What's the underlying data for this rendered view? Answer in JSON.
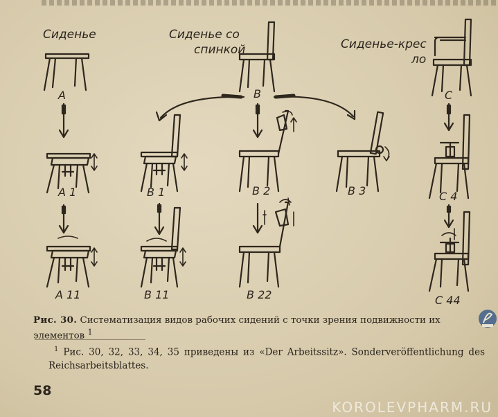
{
  "figure": {
    "labels": {
      "seat": "Сиденье",
      "seat_back_line1": "Сиденье со",
      "seat_back_line2": "спинкой",
      "seat_arm_line1": "Сиденье-крес",
      "seat_arm_line2": "ло"
    },
    "sublabels": {
      "A": "A",
      "B": "B",
      "C": "C",
      "A1": "A 1",
      "B1": "B 1",
      "B2": "B 2",
      "B3": "B 3",
      "C4": "C 4",
      "A11": "A 11",
      "B11": "B 11",
      "B22": "B 22",
      "C44": "C 44"
    }
  },
  "caption": {
    "number": "Рис. 30.",
    "text": "Систематизация видов рабочих сидений с точки зрения подвижности их элементов",
    "sup": "1"
  },
  "footnote": {
    "sup": "1",
    "text": "Рис. 30, 32, 33, 34, 35 приведены из «Der Arbeitssitz». Sonderveröffentlichung des Reichsarbeitsblattes."
  },
  "page_number": "58",
  "watermark": "KOROLEVPHARM.RU"
}
